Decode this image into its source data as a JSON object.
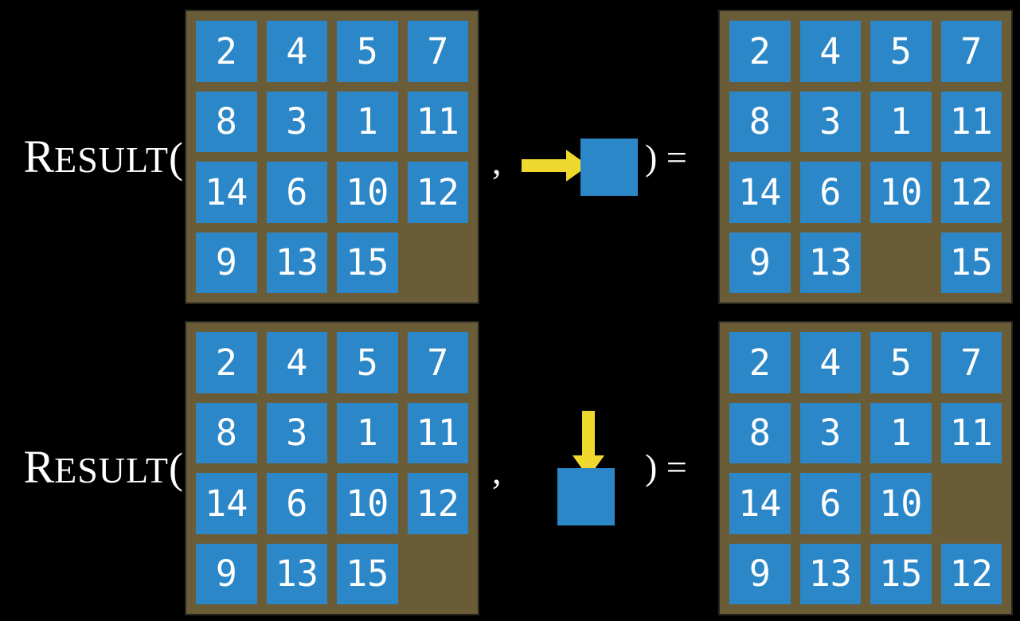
{
  "figure": {
    "function": {
      "cap": "R",
      "small": "ESULT",
      "open_paren": "(",
      "comma": ",",
      "close_equals": ") ="
    },
    "colors": {
      "background": "#000000",
      "frame_brown": "#6b5c38",
      "tile_blue": "#2b87c8",
      "arrow_yellow": "#f0d92e",
      "number_white": "#ffffff"
    },
    "rows": [
      {
        "action_direction": "right",
        "action_icon": "arrow-right-into-blank-tile",
        "input_grid": [
          [
            "2",
            "4",
            "5",
            "7"
          ],
          [
            "8",
            "3",
            "1",
            "11"
          ],
          [
            "14",
            "6",
            "10",
            "12"
          ],
          [
            "9",
            "13",
            "15",
            ""
          ]
        ],
        "result_grid": [
          [
            "2",
            "4",
            "5",
            "7"
          ],
          [
            "8",
            "3",
            "1",
            "11"
          ],
          [
            "14",
            "6",
            "10",
            "12"
          ],
          [
            "9",
            "13",
            "",
            "15"
          ]
        ]
      },
      {
        "action_direction": "down",
        "action_icon": "arrow-down-into-blank-tile",
        "input_grid": [
          [
            "2",
            "4",
            "5",
            "7"
          ],
          [
            "8",
            "3",
            "1",
            "11"
          ],
          [
            "14",
            "6",
            "10",
            "12"
          ],
          [
            "9",
            "13",
            "15",
            ""
          ]
        ],
        "result_grid": [
          [
            "2",
            "4",
            "5",
            "7"
          ],
          [
            "8",
            "3",
            "1",
            "11"
          ],
          [
            "14",
            "6",
            "10",
            ""
          ],
          [
            "9",
            "13",
            "15",
            "12"
          ]
        ]
      }
    ]
  }
}
